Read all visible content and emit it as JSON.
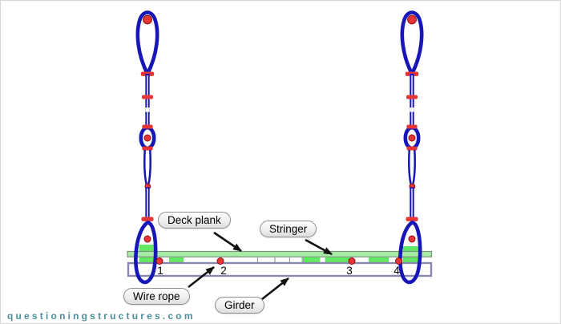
{
  "diagram": {
    "callouts": {
      "deck_plank": "Deck plank",
      "stringer": "Stringer",
      "wire_rope": "Wire rope",
      "girder": "Girder"
    },
    "point_labels": [
      "1",
      "2",
      "3",
      "4"
    ],
    "watermark": "questioningstructures.com",
    "colors": {
      "rope-blue": "#1717b8",
      "marker-red": "#e63535",
      "marker-dark": "#8a1212",
      "deck-green": "#a6eca6",
      "deck-border": "#7f917f",
      "stringer-green": "#63e863",
      "girder-border": "#8888b2",
      "arrow-black": "#111111",
      "watermark-teal": "#4b8e9b"
    }
  }
}
